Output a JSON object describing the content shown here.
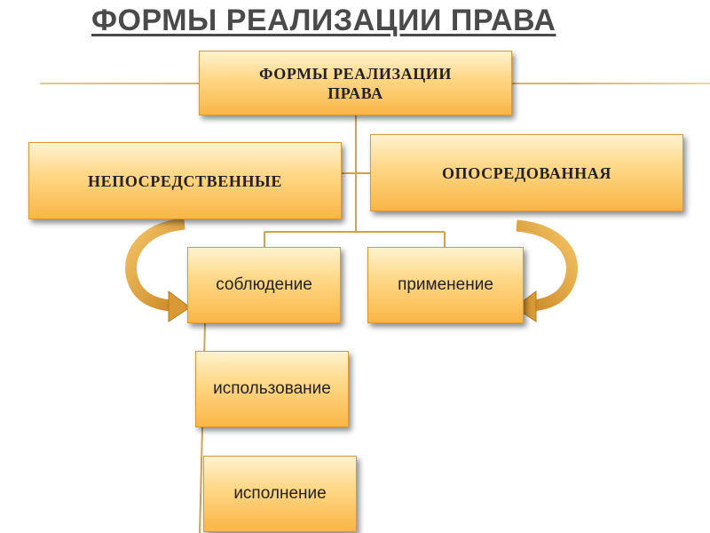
{
  "title": "ФОРМЫ РЕАЛИЗАЦИИ ПРАВА",
  "nodes": {
    "root": "ФОРМЫ РЕАЛИЗАЦИИ ПРАВА",
    "direct": "НЕПОСРЕДСТВЕННЫЕ",
    "mediated": "ОПОСРЕДОВАННАЯ",
    "observance": "соблюдение",
    "application": "применение",
    "use": "использование",
    "execution": "исполнение"
  },
  "colors": {
    "box_top": "#fff2cf",
    "box_bottom": "#f9b646",
    "box_border": "#d79a3b",
    "connector": "#d4a24a",
    "arrow_fill": "#e8a93a",
    "arrow_dark": "#b8791e"
  }
}
